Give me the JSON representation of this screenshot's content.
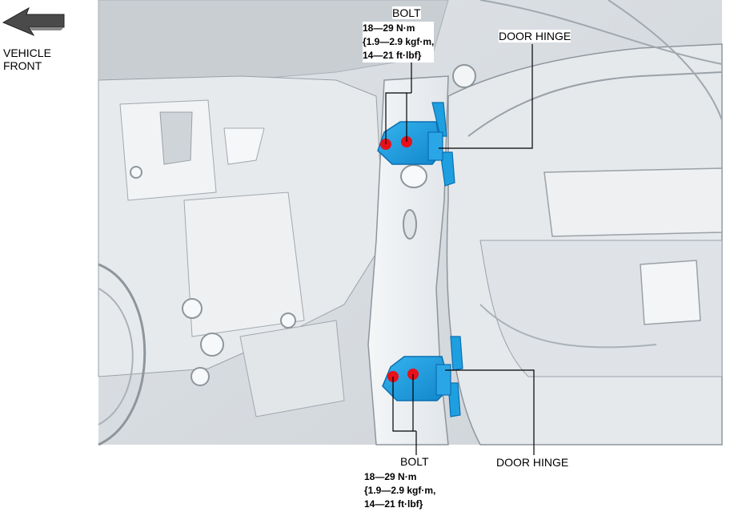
{
  "direction": {
    "label_line1": "VEHICLE",
    "label_line2": "FRONT"
  },
  "upper": {
    "bolt_label": "BOLT",
    "torque": [
      "18—29 N·m",
      "{1.9—2.9 kgf·m,",
      "14—21 ft·lbf}"
    ],
    "hinge_label": "DOOR HINGE"
  },
  "lower": {
    "bolt_label": "BOLT",
    "torque": [
      "18—29 N·m",
      "{1.9—2.9 kgf·m,",
      "14—21 ft·lbf}"
    ],
    "hinge_label": "DOOR HINGE"
  },
  "colors": {
    "hinge": "#1e9fe0",
    "hinge_dark": "#0b6fb0",
    "bolt": "#e8101a",
    "body_panel": "#e9ecef",
    "background_panel": "#d6dade",
    "line": "#000000"
  }
}
